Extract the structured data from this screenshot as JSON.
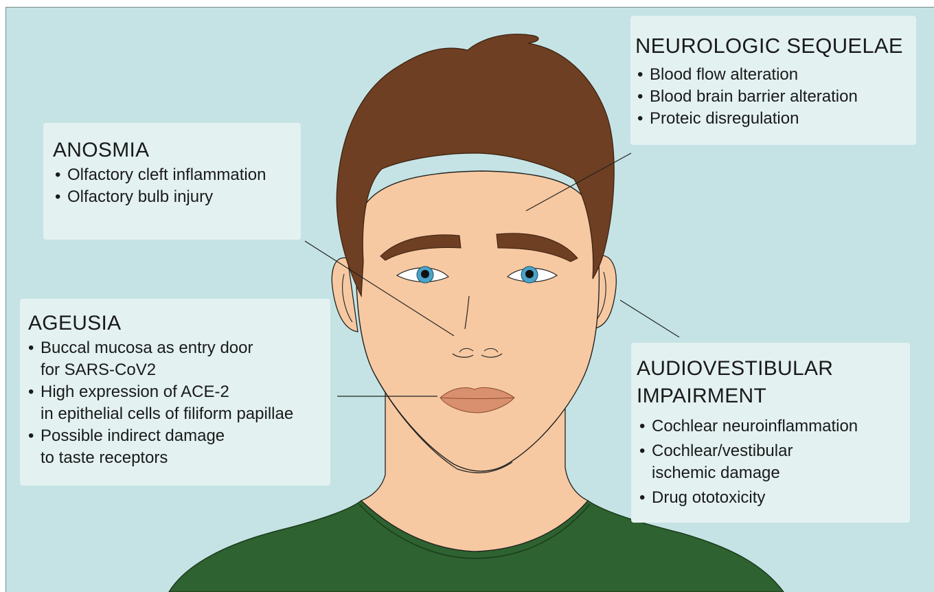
{
  "colors": {
    "background": "#c5e3e4",
    "box": "#e3f1f1",
    "hair": "#6e3f22",
    "skin": "#f6c9a2",
    "shirt": "#2e6230",
    "lips": "#d9906e",
    "iris": "#4aa3c9"
  },
  "boxes": {
    "neurologic": {
      "title": "NEUROLOGIC SEQUELAE",
      "items": [
        "Blood flow alteration",
        "Blood brain barrier alteration",
        "Proteic disregulation"
      ]
    },
    "anosmia": {
      "title": "ANOSMIA",
      "items": [
        "Olfactory cleft inflammation",
        "Olfactory bulb injury"
      ]
    },
    "ageusia": {
      "title": "AGEUSIA",
      "items": [
        [
          "Buccal mucosa as entry door",
          "for SARS-CoV2"
        ],
        [
          "High expression of ACE-2",
          "in epithelial cells of filiform papillae"
        ],
        [
          "Possible indirect damage",
          "to taste receptors"
        ]
      ]
    },
    "audiovestibular": {
      "title_lines": [
        "AUDIOVESTIBULAR",
        "IMPAIRMENT"
      ],
      "items": [
        [
          "Cochlear neuroinflammation"
        ],
        [
          "Cochlear/vestibular",
          "ischemic damage"
        ],
        [
          "Drug ototoxicity"
        ]
      ]
    }
  }
}
